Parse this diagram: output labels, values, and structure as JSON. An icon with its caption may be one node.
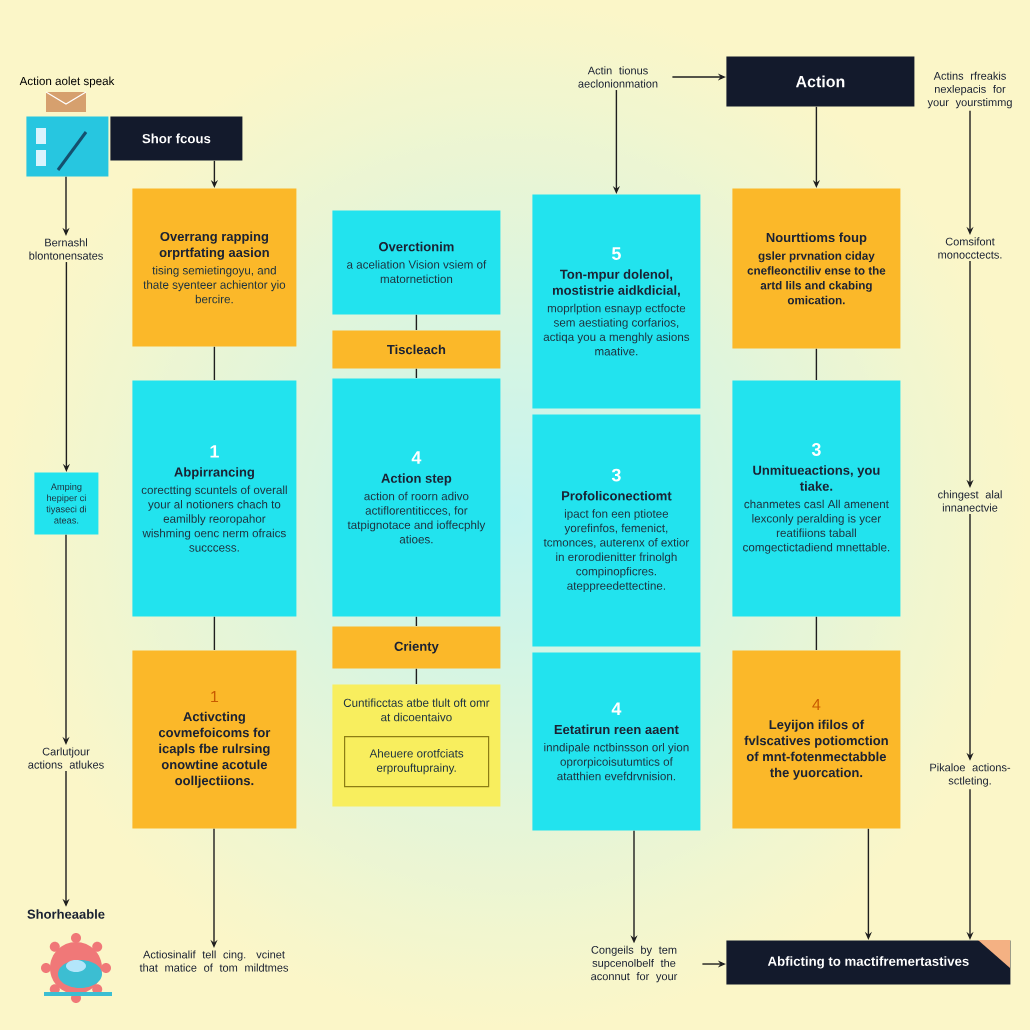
{
  "diagram": {
    "nodes": [
      {
        "text": [],
        "shape": "picture",
        "beside": [
          "Action aolet speak"
        ]
      },
      {
        "text": [
          "Shor fcous"
        ]
      },
      {
        "text": [
          "Actin tionus aeclonionmation"
        ]
      },
      {
        "text": [
          "Action"
        ]
      },
      {
        "text": [
          "Actins rfreakis nexlepacis for your yourstimmg"
        ]
      },
      {
        "text": [
          "Bernashl blontonensates"
        ]
      },
      {
        "text": [
          "Overrang rapping orprtfating aasion",
          "tising semietingoyu, and thate syenteer achientor yio bercire."
        ]
      },
      {
        "text": [
          "Overctionim",
          "a aceliation Vision vsiem of matornetiction"
        ]
      },
      {
        "text": [
          "5",
          "Ton-mpur dolenol, mostistrie aidkdicial,",
          "moprlption esnayp ectfocte sem aestiating corfarios, actiqa you a menghly asions maative."
        ]
      },
      {
        "text": [
          "Nourttioms foup",
          "gsler prvnation ciday cnefleonctiliv ense to the artd lils and ckabing omication."
        ]
      },
      {
        "text": [
          "Comsifont monocctects."
        ]
      },
      {
        "text": [
          "Tiscleach"
        ]
      },
      {
        "text": [
          "1",
          "Abpirrancing",
          "corectting scuntels of overall your al notioners chach to eamilbly reoropahor wishming oenc nerm ofraics succcess."
        ]
      },
      {
        "text": [
          "4",
          "Action step",
          "action of roorn adivo actiflorentiticces, for tatpignotace and ioffecphly atioes."
        ]
      },
      {
        "text": [
          "3",
          "Profoliconectiomt",
          "ipact fon een ptiotee yorefinfos, femenict, tcmonces, auterenx of extior in erorodienitter frinolgh compinopficres. ateppreedettectine."
        ]
      },
      {
        "text": [
          "3",
          "Unmitueactions, you tiake.",
          "chanmetes casl All amenent lexconly peralding is ycer reatifiions taball comgectictadiend mnettable."
        ]
      },
      {
        "text": [
          "Amping hepiper ci tiyaseci di ateas."
        ]
      },
      {
        "text": [
          "chingest alal innanectvie"
        ]
      },
      {
        "text": [
          "Crienty"
        ]
      },
      {
        "text": [
          "Cuntificctas atbe tlult oft omr at dicoentaivo"
        ]
      },
      {
        "text": [
          "Aheuere orotfciats erprouftuprainy."
        ],
        "in": 19
      },
      {
        "text": [
          "1",
          "Activcting covmefoicoms for icapls fbe rulrsing onowtine acotule oolljectiions."
        ]
      },
      {
        "text": [
          "4",
          "Eetatirun reen aaent",
          "inndipale nctbinsson orl yion oprorpicoisutumtics of atatthien evefdrvnision."
        ]
      },
      {
        "text": [
          "4",
          "Leyijon ifilos of fvlscatives potiomction of mnt-fotenmectabble the yuorcation."
        ]
      },
      {
        "text": [
          "Carlutjour actions atlukes"
        ]
      },
      {
        "text": [
          "Pikaloe actions-sctleting."
        ]
      },
      {
        "text": [
          "Shorheaable"
        ]
      },
      {
        "text": [
          "Actiosinalif tell cing. vcinet that matice of tom mildtmes"
        ]
      },
      {
        "text": [
          "Congeils by tem supcenolbelf the aconnut for your"
        ]
      },
      {
        "text": [
          "Abficting to mactifremertastives"
        ]
      }
    ],
    "edges": [
      {
        "from": 0,
        "to": 5,
        "arrow": "to"
      },
      {
        "from": 5,
        "to": 16,
        "arrow": "to"
      },
      {
        "from": 16,
        "to": 24,
        "arrow": "to"
      },
      {
        "from": 24,
        "to": 26,
        "arrow": "to"
      },
      {
        "from": 1,
        "to": 6,
        "arrow": "to"
      },
      {
        "from": 6,
        "to": 12,
        "arrow": "none"
      },
      {
        "from": 12,
        "to": 21,
        "arrow": "none"
      },
      {
        "from": 21,
        "to": 27,
        "arrow": "to"
      },
      {
        "from": 7,
        "to": 11,
        "arrow": "none"
      },
      {
        "from": 11,
        "to": 13,
        "arrow": "none"
      },
      {
        "from": 13,
        "to": 18,
        "arrow": "none"
      },
      {
        "from": 18,
        "to": 19,
        "arrow": "none"
      },
      {
        "from": 2,
        "to": 3,
        "arrow": "to"
      },
      {
        "from": 2,
        "to": 8,
        "arrow": "to"
      },
      {
        "from": 22,
        "to": 28,
        "arrow": "to"
      },
      {
        "from": 28,
        "to": 29,
        "arrow": "to"
      },
      {
        "from": 3,
        "to": 9,
        "arrow": "to"
      },
      {
        "from": 9,
        "to": 15,
        "arrow": "none"
      },
      {
        "from": 15,
        "to": 23,
        "arrow": "none"
      },
      {
        "from": 23,
        "to": 29,
        "arrow": "to"
      },
      {
        "from": 4,
        "to": 10,
        "arrow": "to"
      },
      {
        "from": 10,
        "to": 17,
        "arrow": "to"
      },
      {
        "from": 17,
        "to": 25,
        "arrow": "to"
      },
      {
        "from": 25,
        "to": 29,
        "arrow": "to"
      }
    ]
  }
}
